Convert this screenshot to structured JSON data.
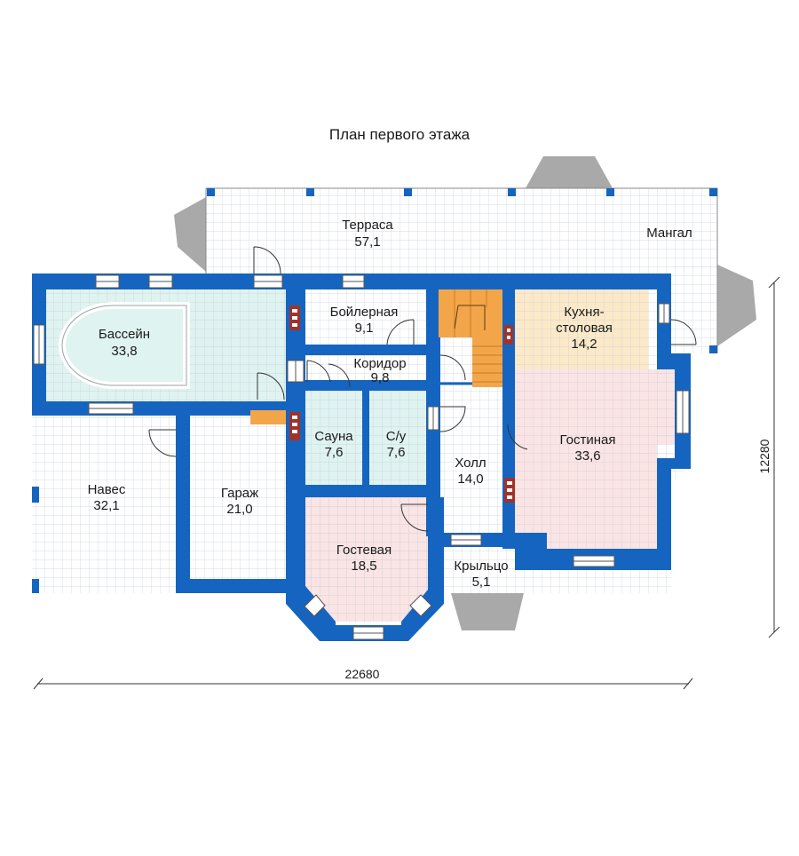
{
  "title": "План первого этажа",
  "dimensions": {
    "width": "22680",
    "depth": "12280"
  },
  "rooms": {
    "terrace": {
      "name": "Терраса",
      "area": "57,1"
    },
    "grill": {
      "name": "Мангал"
    },
    "pool": {
      "name": "Бассейн",
      "area": "33,8"
    },
    "boiler": {
      "name": "Бойлерная",
      "area": "9,1"
    },
    "corridor": {
      "name": "Коридор",
      "area": "9,8"
    },
    "kitchen": {
      "name_line1": "Кухня-",
      "name_line2": "столовая",
      "area": "14,2"
    },
    "sauna": {
      "name": "Сауна",
      "area": "7,6"
    },
    "wc": {
      "name": "С/у",
      "area": "7,6"
    },
    "hall": {
      "name": "Холл",
      "area": "14,0"
    },
    "living": {
      "name": "Гостиная",
      "area": "33,6"
    },
    "canopy": {
      "name": "Навес",
      "area": "32,1"
    },
    "garage": {
      "name": "Гараж",
      "area": "21,0"
    },
    "guest": {
      "name": "Гостевая",
      "area": "18,5"
    },
    "porch": {
      "name": "Крыльцо",
      "area": "5,1"
    }
  },
  "colors": {
    "wall": "#1565c0",
    "floor": "#ffffff",
    "pool_floor": "#dff3f0",
    "kitchen_floor": "#fbe9c8",
    "pink_floor": "#fbe4e4",
    "stairs": "#f3a54a",
    "grid": "#c9d0da",
    "terrace_cap": "#a9a9a9"
  }
}
